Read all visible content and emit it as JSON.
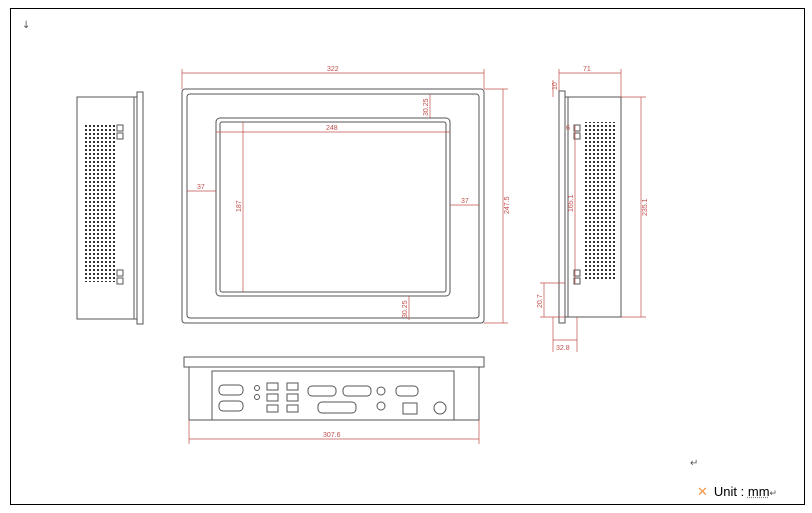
{
  "dimensions": {
    "front_width": "322",
    "screen_width": "248",
    "front_height": "247.5",
    "screen_height": "187",
    "left_margin": "37",
    "right_margin": "37",
    "top_margin": "30.25",
    "bottom_margin": "30.25",
    "side_depth": "71",
    "side_flange": "10",
    "side_small": "6",
    "side_height": "235.1",
    "side_inner": "165.1",
    "side_lower": "20.7",
    "side_bottom_depth": "32.8",
    "bottom_width": "307.6"
  },
  "unit": {
    "symbol": "✕",
    "label": "Unit :",
    "value": "mm",
    "return_mark": "↵"
  },
  "marks": {
    "top_arrow": "↓",
    "mid_return": "↵"
  },
  "colors": {
    "dimension": "#c0504d",
    "outline": "#555555",
    "vent": "#333333"
  }
}
